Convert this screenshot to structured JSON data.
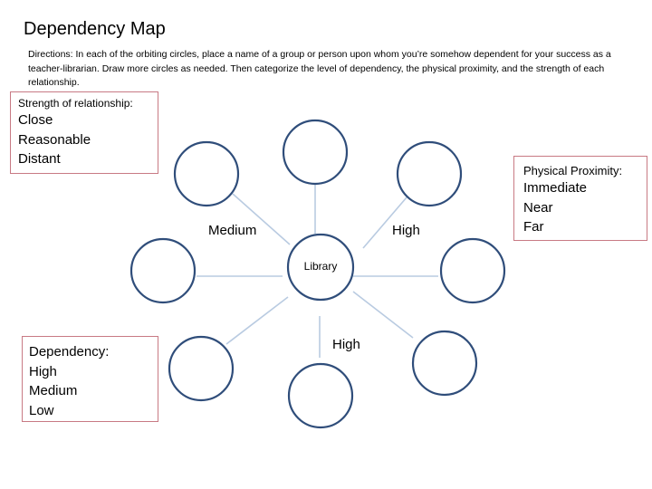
{
  "title": "Dependency Map",
  "directions": "Directions: In each of the orbiting circles, place a name of a group or person upon whom you’re somehow dependent for your success as a teacher-librarian.  Draw more circles as needed. Then categorize the level of dependency, the physical proximity, and the strength of each relationship.",
  "strength_box": {
    "title": "Strength of relationship:",
    "items": [
      "Close",
      "Reasonable",
      "Distant"
    ]
  },
  "proximity_box": {
    "title": "Physical Proximity:",
    "items": [
      "Immediate",
      "Near",
      "Far"
    ]
  },
  "dependency_box": {
    "title": "Dependency:",
    "items": [
      "High",
      "Medium",
      "Low"
    ]
  },
  "center": {
    "label": "Library"
  },
  "edge_labels": {
    "medium": "Medium",
    "high_right": "High",
    "high_bottom": "High"
  },
  "colors": {
    "circle_stroke": "#2f4d7a",
    "spoke": "#b9cbe1",
    "box_border": "#c87a84"
  }
}
